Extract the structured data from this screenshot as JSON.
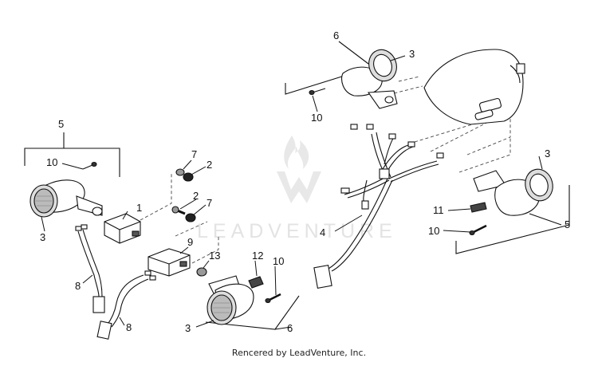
{
  "diagram": {
    "colors": {
      "ink": "#111111",
      "watermark": "#e3e3e3",
      "background": "#ffffff"
    },
    "watermark": "LEADVENTURE",
    "callouts": [
      {
        "id": "c1",
        "text": "5"
      },
      {
        "id": "c2",
        "text": "10"
      },
      {
        "id": "c3",
        "text": "3"
      },
      {
        "id": "c4",
        "text": "1"
      },
      {
        "id": "c5",
        "text": "7"
      },
      {
        "id": "c6",
        "text": "2"
      },
      {
        "id": "c7",
        "text": "2"
      },
      {
        "id": "c8",
        "text": "7"
      },
      {
        "id": "c9",
        "text": "8"
      },
      {
        "id": "c10",
        "text": "8"
      },
      {
        "id": "c11",
        "text": "9"
      },
      {
        "id": "c12",
        "text": "13"
      },
      {
        "id": "c13",
        "text": "12"
      },
      {
        "id": "c14",
        "text": "10"
      },
      {
        "id": "c15",
        "text": "3"
      },
      {
        "id": "c16",
        "text": "6"
      },
      {
        "id": "c17",
        "text": "6"
      },
      {
        "id": "c18",
        "text": "3"
      },
      {
        "id": "c19",
        "text": "10"
      },
      {
        "id": "c20",
        "text": "4"
      },
      {
        "id": "c21",
        "text": "3"
      },
      {
        "id": "c22",
        "text": "11"
      },
      {
        "id": "c23",
        "text": "10"
      },
      {
        "id": "c24",
        "text": "5"
      }
    ]
  },
  "footer": {
    "credit": "Rencered by LeadVenture, Inc."
  }
}
